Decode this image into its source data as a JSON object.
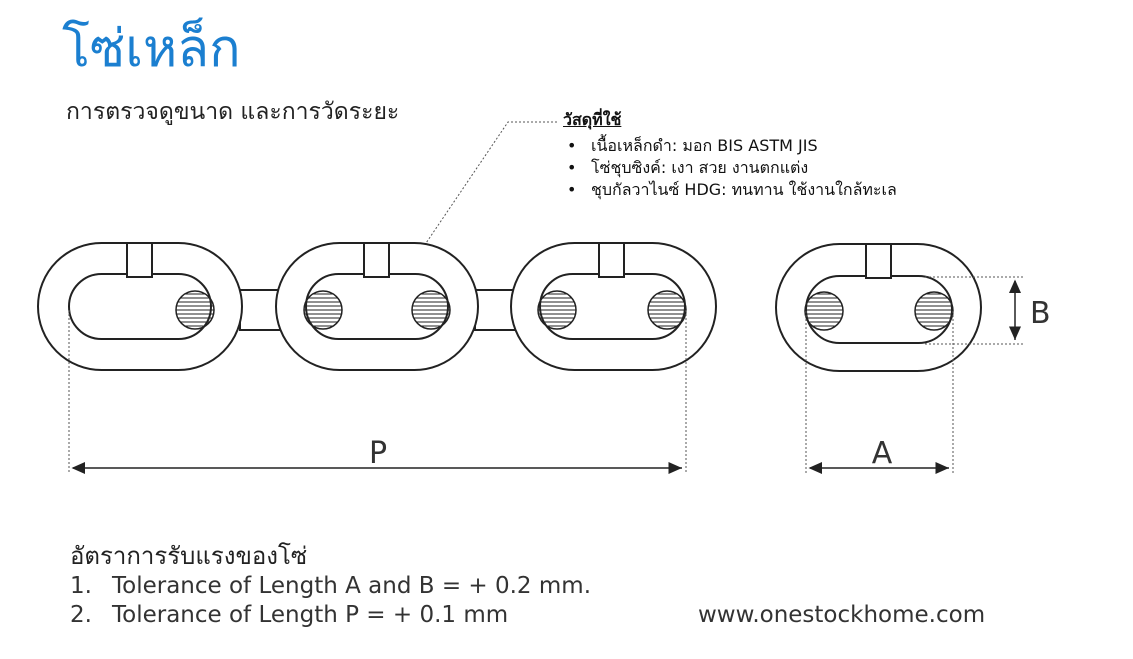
{
  "title": "โซ่เหล็ก",
  "subtitle": "การตรวจดูขนาด และการวัดระยะ",
  "materials": {
    "heading": "วัสดุที่ใช้",
    "items": [
      "เนื้อเหล็กดำ: มอก BIS ASTM JIS",
      "โซ่ชุบซิงค์: เงา สวย งานตกแต่ง",
      "ชุบกัลวาไนซ์ HDG: ทนทาน ใช้งานใกล้ทะเล"
    ]
  },
  "dimensions": {
    "p_label": "P",
    "a_label": "A",
    "b_label": "B"
  },
  "load_section": {
    "heading": "อัตราการรับแรงของโซ่",
    "items": [
      {
        "num": "1.",
        "text": "Tolerance of Length A and B = + 0.2 mm."
      },
      {
        "num": "2.",
        "text": "Tolerance of Length P = + 0.1 mm"
      }
    ]
  },
  "website": "www.onestockhome.com",
  "colors": {
    "title": "#1b7fd0",
    "line": "#222222",
    "dim_line": "#555555"
  }
}
